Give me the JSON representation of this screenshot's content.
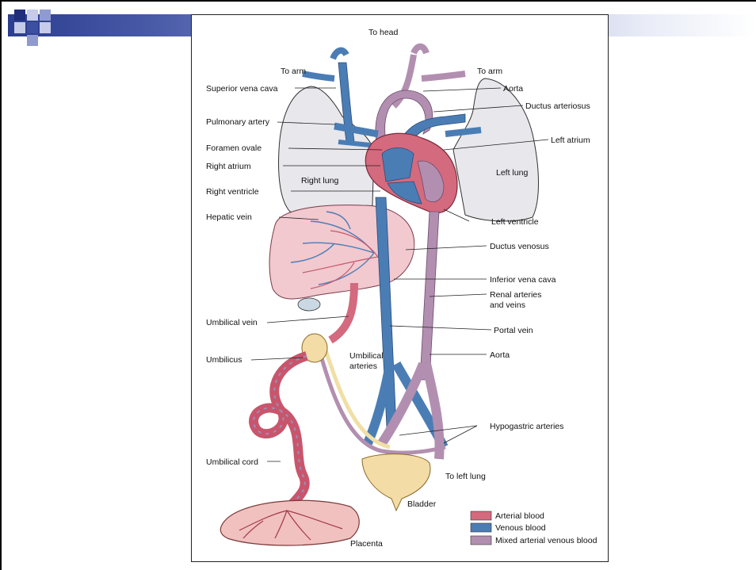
{
  "slide": {
    "accent_colors": [
      "#1f2d7a",
      "#3d4fa0",
      "#8f9bd0",
      "#c5cbe8"
    ]
  },
  "legend": {
    "arterial": {
      "label": "Arterial blood",
      "color": "#d46a7e"
    },
    "venous": {
      "label": "Venous blood",
      "color": "#4b7db5"
    },
    "mixed": {
      "label": "Mixed arterial venous blood",
      "color": "#b28fb0"
    }
  },
  "labels": {
    "to_head": "To head",
    "to_arm_left": "To arm",
    "to_arm_right": "To arm",
    "superior_vena_cava": "Superior vena cava",
    "pulmonary_artery": "Pulmonary artery",
    "foramen_ovale": "Foramen ovale",
    "right_atrium": "Right atrium",
    "right_ventricle": "Right ventricle",
    "right_lung": "Right lung",
    "hepatic_vein": "Hepatic vein",
    "umbilical_vein": "Umbilical vein",
    "umbilicus": "Umbilicus",
    "umbilical_arteries_1": "Umbilical",
    "umbilical_arteries_2": "arteries",
    "umbilical_cord": "Umbilical cord",
    "placenta": "Placenta",
    "bladder": "Bladder",
    "aorta_top": "Aorta",
    "ductus_arteriosus": "Ductus arteriosus",
    "left_atrium": "Left atrium",
    "left_lung": "Left lung",
    "left_ventricle": "Left ventricle",
    "ductus_venosus": "Ductus venosus",
    "inferior_vena_cava": "Inferior vena cava",
    "renal_1": "Renal arteries",
    "renal_2": "and veins",
    "portal_vein": "Portal vein",
    "aorta_bottom": "Aorta",
    "hypogastric_arteries": "Hypogastric arteries",
    "to_left_lung": "To left lung"
  }
}
